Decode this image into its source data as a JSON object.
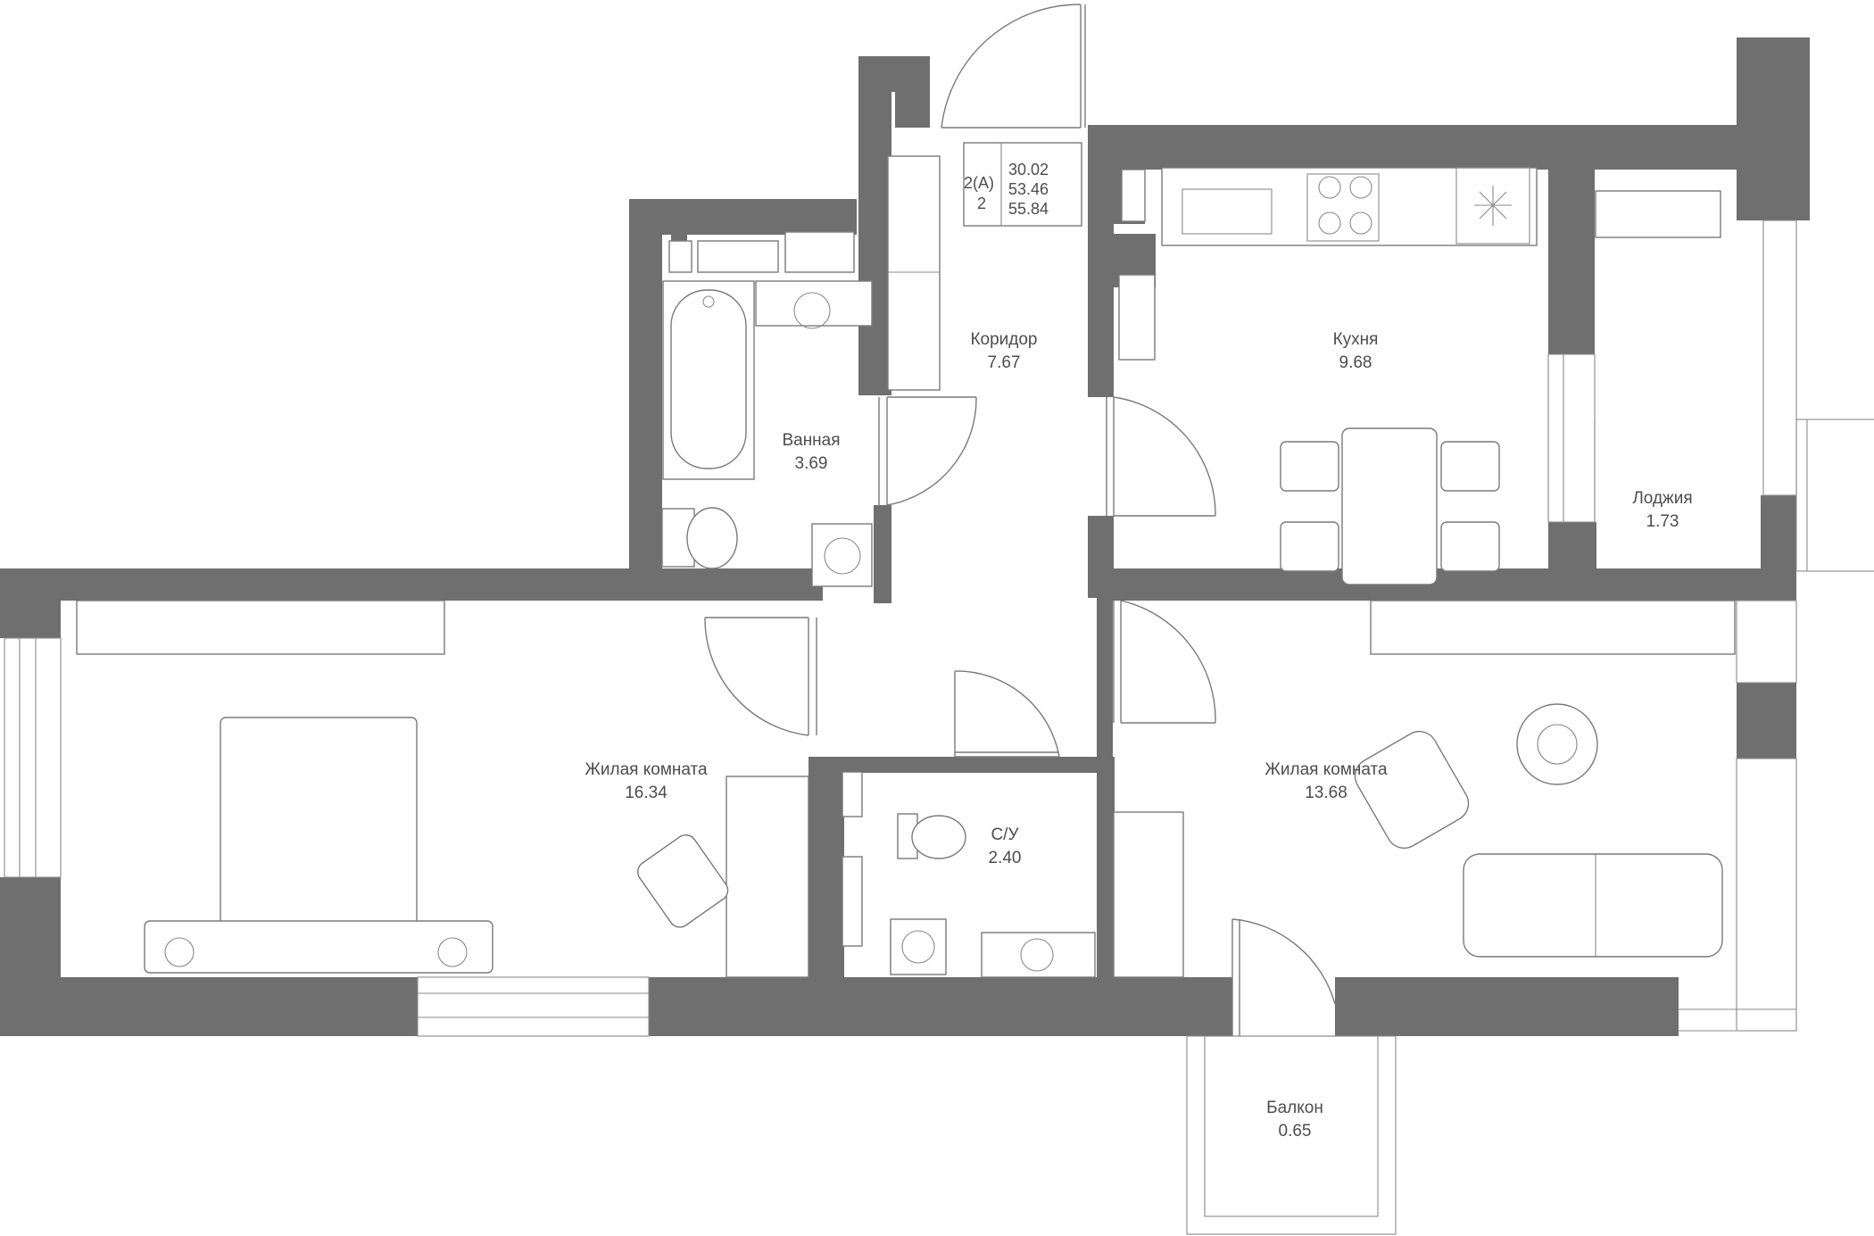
{
  "info": {
    "type": "2(А)",
    "rooms": "2",
    "area_living": "30.02",
    "area_total": "53.46",
    "area_total_balcony": "55.84"
  },
  "rooms": {
    "corridor": {
      "name": "Коридор",
      "area": "7.67"
    },
    "bathroom": {
      "name": "Ванная",
      "area": "3.69"
    },
    "kitchen": {
      "name": "Кухня",
      "area": "9.68"
    },
    "loggia": {
      "name": "Лоджия",
      "area": "1.73"
    },
    "living_left": {
      "name": "Жилая комната",
      "area": "16.34"
    },
    "toilet": {
      "name": "С/У",
      "area": "2.40"
    },
    "living_right": {
      "name": "Жилая комната",
      "area": "13.68"
    },
    "balcony": {
      "name": "Балкон",
      "area": "0.65"
    }
  },
  "colors": {
    "wall": "#6f6f6f",
    "line": "#7a7a7a",
    "text": "#4d4d4d"
  }
}
